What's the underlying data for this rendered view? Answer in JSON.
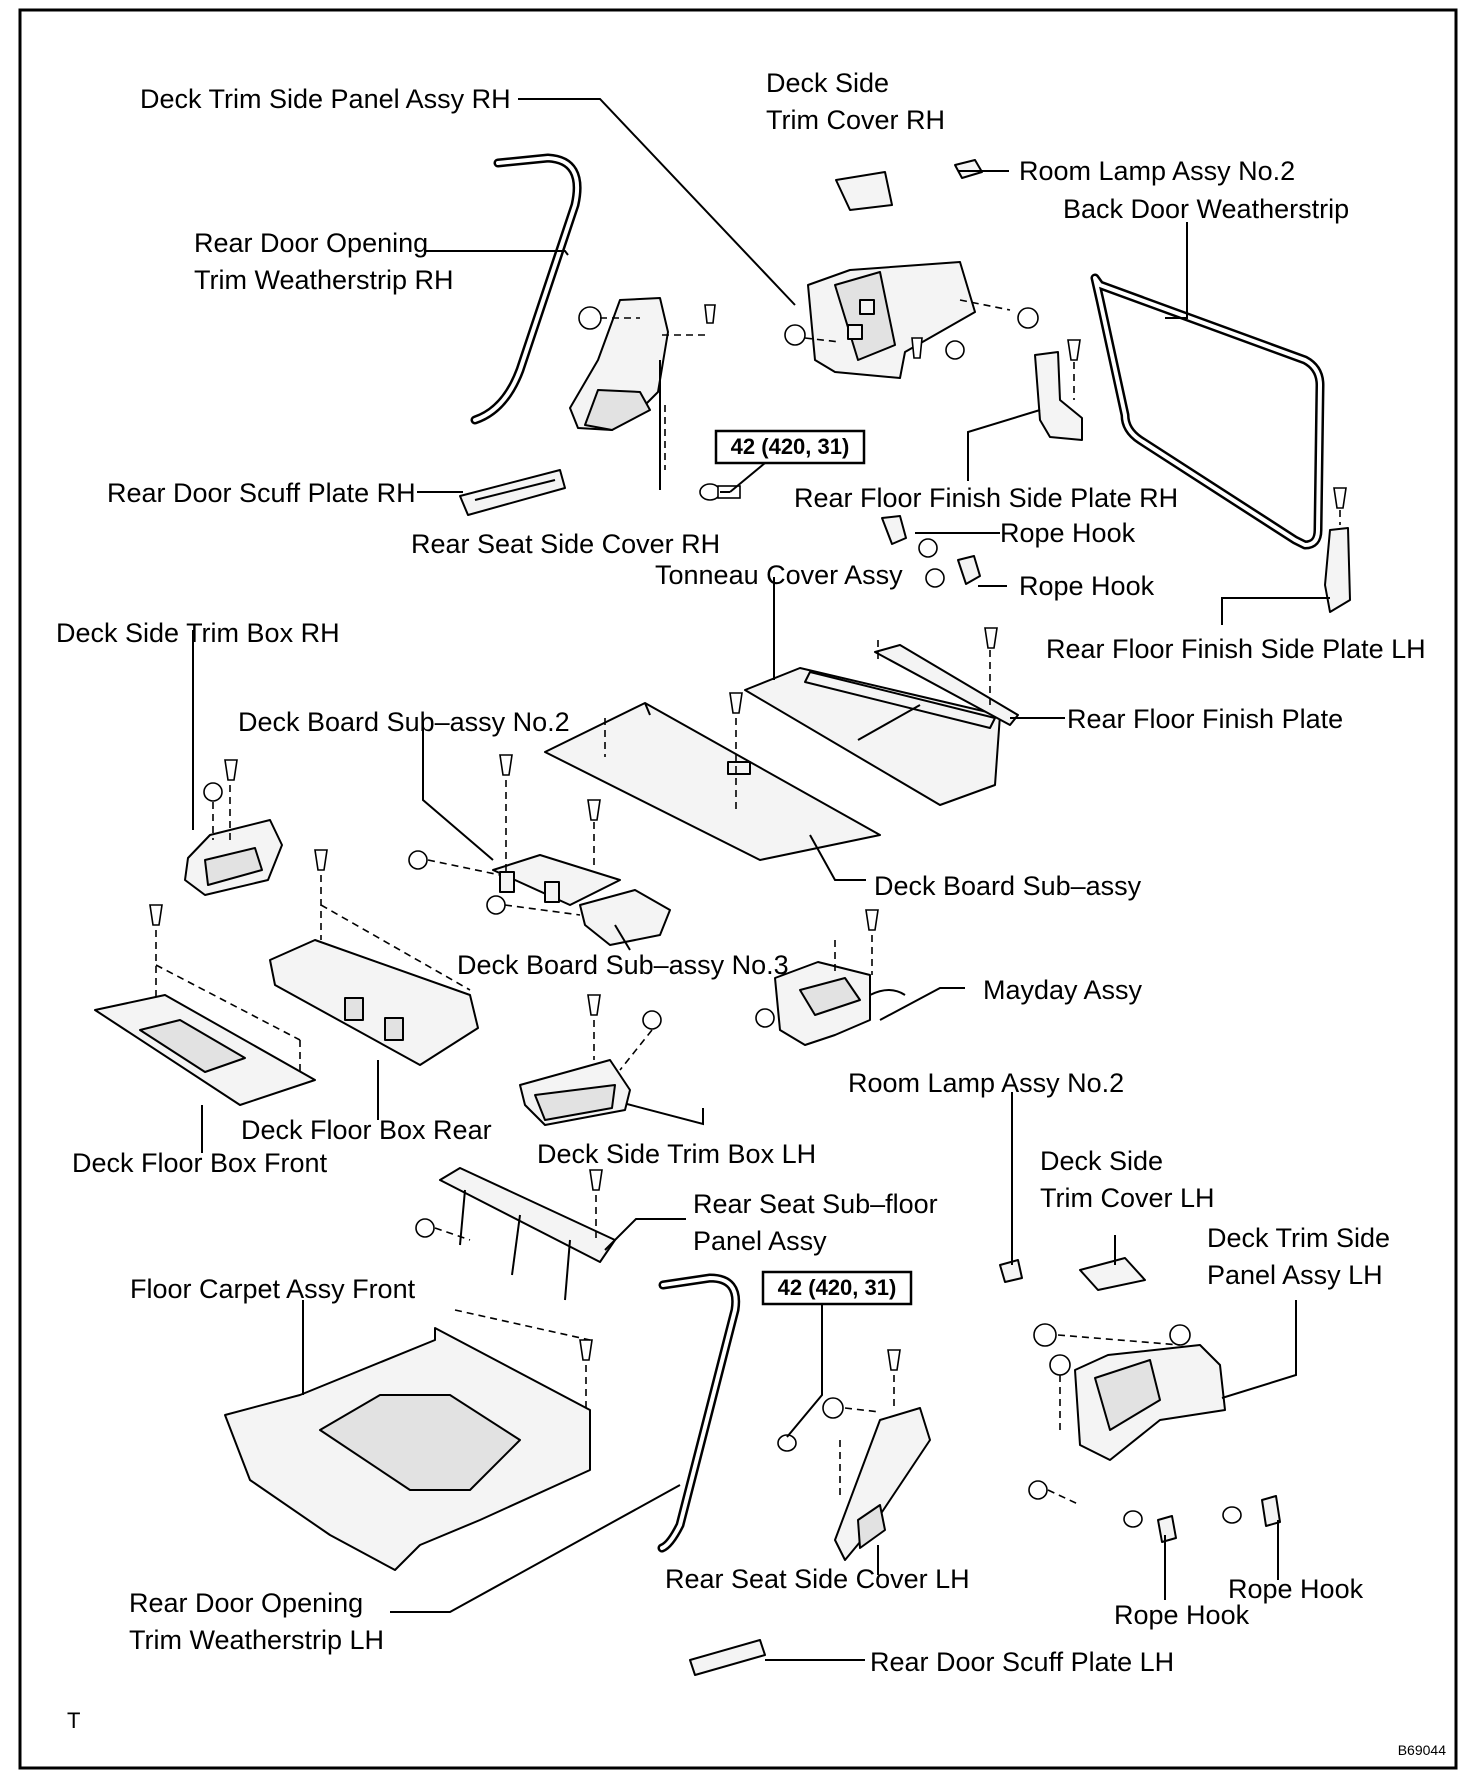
{
  "diagram": {
    "labels": {
      "deck_trim_side_panel_rh": "Deck Trim Side Panel Assy RH",
      "deck_side_trim_cover_rh_1": "Deck Side",
      "deck_side_trim_cover_rh_2": "Trim Cover RH",
      "room_lamp_top": "Room Lamp Assy No.2",
      "back_door_weatherstrip": "Back Door Weatherstrip",
      "rear_door_opening_rh_1": "Rear Door Opening",
      "rear_door_opening_rh_2": "Trim Weatherstrip RH",
      "rear_door_scuff_rh": "Rear Door Scuff Plate RH",
      "rear_seat_side_cover_rh": "Rear Seat Side Cover RH",
      "rear_floor_finish_side_rh": "Rear Floor Finish Side Plate RH",
      "rope_hook_1": "Rope Hook",
      "rope_hook_2": "Rope Hook",
      "tonneau_cover": "Tonneau Cover Assy",
      "rear_floor_finish_side_lh": "Rear Floor Finish Side Plate LH",
      "deck_side_trim_box_rh": "Deck Side Trim Box RH",
      "deck_board_no2": "Deck Board Sub–assy No.2",
      "rear_floor_finish_plate": "Rear Floor Finish Plate",
      "deck_board": "Deck Board Sub–assy",
      "deck_board_no3": "Deck Board Sub–assy No.3",
      "mayday": "Mayday Assy",
      "deck_floor_box_rear": "Deck Floor Box Rear",
      "deck_floor_box_front": "Deck Floor Box Front",
      "room_lamp_bottom": "Room Lamp Assy No.2",
      "deck_side_trim_box_lh": "Deck Side Trim Box LH",
      "deck_side_trim_cover_lh_1": "Deck Side",
      "deck_side_trim_cover_lh_2": "Trim Cover LH",
      "rear_seat_subfloor_1": "Rear Seat Sub–floor",
      "rear_seat_subfloor_2": "Panel Assy",
      "deck_trim_side_panel_lh_1": "Deck Trim Side",
      "deck_trim_side_panel_lh_2": "Panel Assy LH",
      "floor_carpet_front": "Floor Carpet Assy Front",
      "rear_seat_side_cover_lh": "Rear Seat Side Cover LH",
      "rope_hook_3": "Rope Hook",
      "rope_hook_4": "Rope Hook",
      "rear_door_opening_lh_1": "Rear Door Opening",
      "rear_door_opening_lh_2": "Trim Weatherstrip LH",
      "rear_door_scuff_lh": "Rear Door Scuff Plate LH"
    },
    "torque_specs": [
      "42 (420, 31)",
      "42 (420, 31)"
    ],
    "corner_mark": "T",
    "figure_code": "B69044"
  }
}
